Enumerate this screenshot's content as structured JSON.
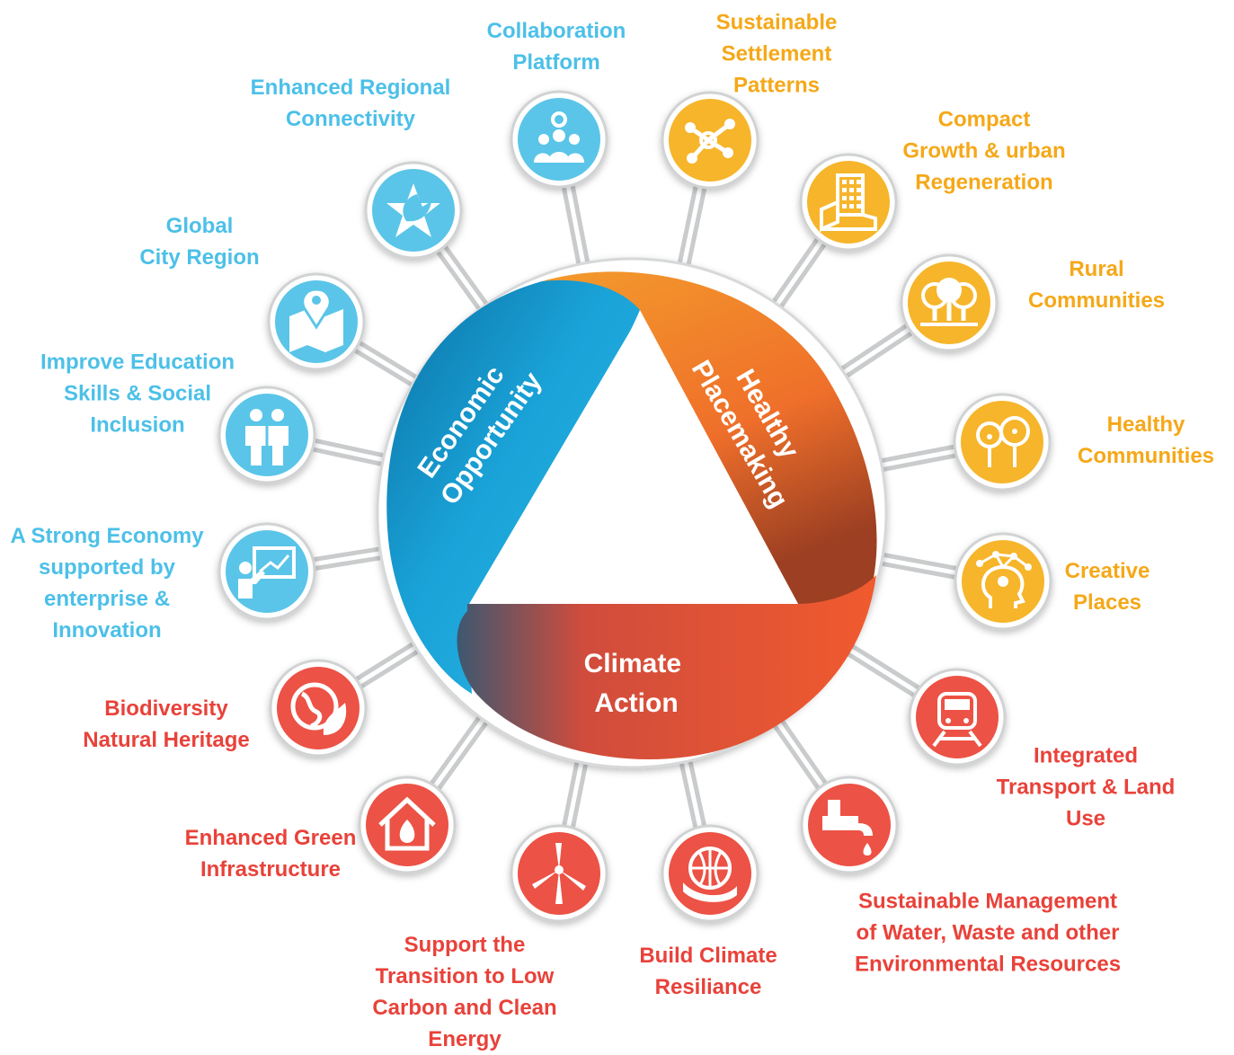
{
  "colors": {
    "economic": "#1aa3d8",
    "placemaking": "#f0782a",
    "climate": "#ec4a36",
    "node_blue": "#5ac5e8",
    "node_orange": "#f6b52a",
    "node_red": "#ec5245",
    "connector": "#c9cbcc"
  },
  "themes": {
    "economic": [
      "Economic",
      "Opportunity"
    ],
    "placemaking": [
      "Healthy",
      "Placemaking"
    ],
    "climate": [
      "Climate",
      "Action"
    ]
  },
  "nodes": [
    {
      "id": "collaboration-platform",
      "group": "blue",
      "icon": "team-gear-icon",
      "lines": [
        "Collaboration",
        "Platform"
      ]
    },
    {
      "id": "sustainable-settlement-patterns",
      "group": "orange",
      "icon": "network-nodes-icon",
      "lines": [
        "Sustainable",
        "Settlement",
        "Patterns"
      ]
    },
    {
      "id": "compact-growth",
      "group": "orange",
      "icon": "building-icon",
      "lines": [
        "Compact",
        "Growth & urban",
        "Regeneration"
      ]
    },
    {
      "id": "rural-communities",
      "group": "orange",
      "icon": "trees-icon",
      "lines": [
        "Rural",
        "Communities"
      ]
    },
    {
      "id": "healthy-communities",
      "group": "orange",
      "icon": "people-trees-icon",
      "lines": [
        "Healthy",
        "Communities"
      ]
    },
    {
      "id": "creative-places",
      "group": "orange",
      "icon": "creative-head-icon",
      "lines": [
        "Creative",
        "Places"
      ]
    },
    {
      "id": "integrated-transport",
      "group": "red",
      "icon": "train-icon",
      "lines": [
        "Integrated",
        "Transport & Land",
        "Use"
      ]
    },
    {
      "id": "sustainable-management",
      "group": "red",
      "icon": "water-tap-icon",
      "lines": [
        "Sustainable Management",
        "of Water, Waste and  other",
        "Environmental Resources"
      ]
    },
    {
      "id": "build-climate-resilience",
      "group": "red",
      "icon": "globe-hand-icon",
      "lines": [
        "Build Climate",
        "Resiliance"
      ]
    },
    {
      "id": "low-carbon-energy",
      "group": "red",
      "icon": "wind-turbine-icon",
      "lines": [
        "Support the",
        "Transition to Low",
        "Carbon and Clean",
        "Energy"
      ]
    },
    {
      "id": "green-infrastructure",
      "group": "red",
      "icon": "house-leaf-icon",
      "lines": [
        "Enhanced Green",
        "Infrastructure"
      ]
    },
    {
      "id": "biodiversity",
      "group": "red",
      "icon": "earth-leaf-icon",
      "lines": [
        "Biodiversity",
        "Natural Heritage"
      ]
    },
    {
      "id": "strong-economy",
      "group": "blue",
      "icon": "presentation-chart-icon",
      "lines": [
        "A Strong Economy",
        "supported by",
        "enterprise &",
        "Innovation"
      ]
    },
    {
      "id": "education-skills",
      "group": "blue",
      "icon": "people-embrace-icon",
      "lines": [
        "Improve Education",
        "Skills & Social",
        "Inclusion"
      ]
    },
    {
      "id": "global-city-region",
      "group": "blue",
      "icon": "map-pin-icon",
      "lines": [
        "Global",
        "City Region"
      ]
    },
    {
      "id": "regional-connectivity",
      "group": "blue",
      "icon": "hands-star-icon",
      "lines": [
        "Enhanced Regional",
        "Connectivity"
      ]
    }
  ]
}
